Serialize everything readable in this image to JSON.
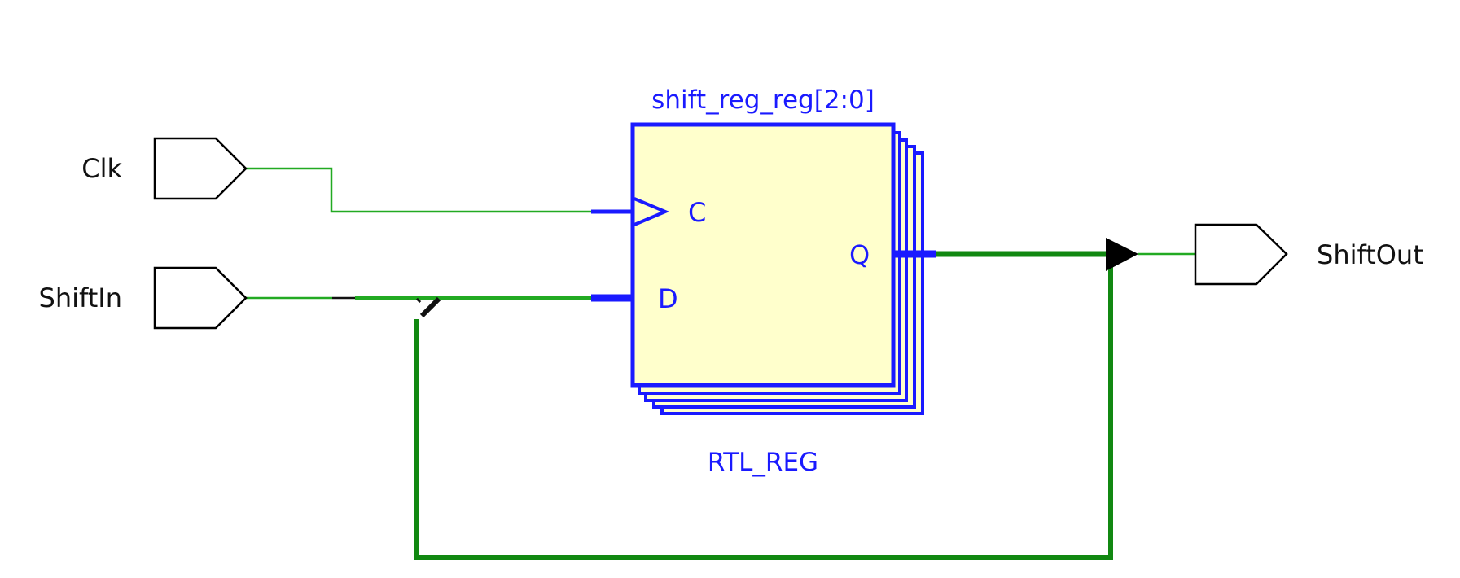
{
  "diagram": {
    "ports": {
      "clk": {
        "label": "Clk"
      },
      "shift_in": {
        "label": "ShiftIn"
      },
      "shift_out": {
        "label": "ShiftOut"
      }
    },
    "register": {
      "instance_name": "shift_reg_reg[2:0]",
      "cell_type": "RTL_REG",
      "pins": {
        "clock": "C",
        "data": "D",
        "output": "Q"
      }
    },
    "colors": {
      "cell_border": "#1a1aff",
      "cell_fill": "#ffffcc",
      "net_thin": "#22aa22",
      "net_bus": "#118811",
      "port_outline": "#000000",
      "buffer_fill": "#000000"
    },
    "icons": {
      "input_port": "pentagon-port-icon",
      "output_port": "pentagon-port-icon",
      "output_buffer": "triangle-buffer-icon",
      "clock_pin": "clock-edge-icon"
    }
  }
}
